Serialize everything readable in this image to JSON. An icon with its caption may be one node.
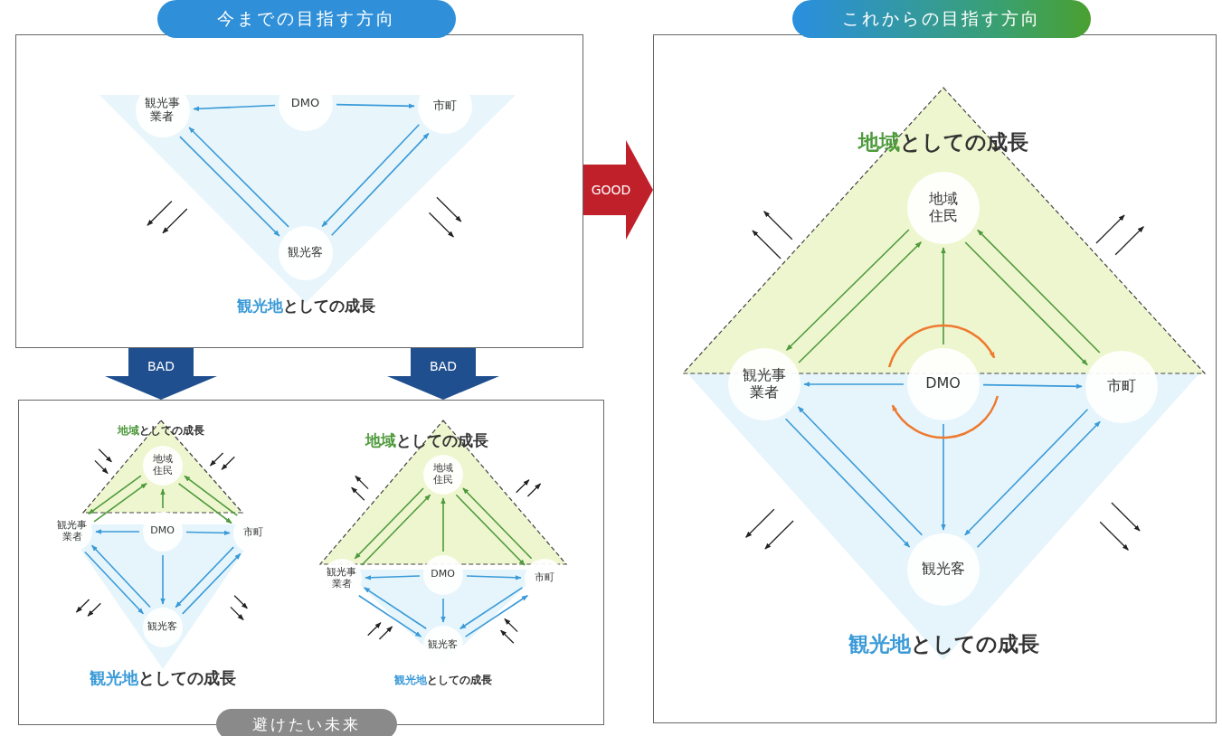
{
  "diagram": {
    "nodes": [
      {
        "text": [
          "今までの目指す方向"
        ]
      },
      {
        "text": [
          "観光事業者"
        ],
        "in": 0
      },
      {
        "text": [
          "DMO"
        ],
        "in": 0
      },
      {
        "text": [
          "市町"
        ],
        "in": 0
      },
      {
        "text": [
          "観光客"
        ],
        "in": 0
      },
      {
        "text": [
          "避けたい未来"
        ]
      },
      {
        "text": [
          "観光事業者"
        ],
        "in": 5
      },
      {
        "text": [
          "地域住民"
        ],
        "in": 5
      },
      {
        "text": [
          "DMO"
        ],
        "in": 5
      },
      {
        "text": [
          "市町"
        ],
        "in": 5
      },
      {
        "text": [
          "観光客"
        ],
        "in": 5
      },
      {
        "text": [
          "観光事業者"
        ],
        "in": 5
      },
      {
        "text": [
          "地域住民"
        ],
        "in": 5
      },
      {
        "text": [
          "DMO"
        ],
        "in": 5
      },
      {
        "text": [
          "市町"
        ],
        "in": 5
      },
      {
        "text": [
          "観光客"
        ],
        "in": 5
      },
      {
        "text": [
          "これからの目指す方向"
        ]
      },
      {
        "text": [
          "地域住民"
        ],
        "in": 16
      },
      {
        "text": [
          "観光事業者"
        ],
        "in": 16
      },
      {
        "text": [
          "DMO"
        ],
        "in": 16
      },
      {
        "text": [
          "市町"
        ],
        "in": 16
      },
      {
        "text": [
          "観光客"
        ],
        "in": 16
      }
    ],
    "edges": [
      {
        "from": 2,
        "to": 1,
        "arrow": "to"
      },
      {
        "from": 2,
        "to": 3,
        "arrow": "to"
      },
      {
        "from": 1,
        "to": 4,
        "arrow": "to"
      },
      {
        "from": 4,
        "to": 1,
        "arrow": "to"
      },
      {
        "from": 3,
        "to": 4,
        "arrow": "to"
      },
      {
        "from": 4,
        "to": 3,
        "arrow": "to"
      },
      {
        "from": 8,
        "to": 7,
        "arrow": "to",
        "color": "#4f9a3c"
      },
      {
        "from": 8,
        "to": 6,
        "arrow": "to"
      },
      {
        "from": 8,
        "to": 9,
        "arrow": "to"
      },
      {
        "from": 8,
        "to": 10,
        "arrow": "to"
      },
      {
        "from": 7,
        "to": 6,
        "arrow": "to",
        "color": "#4f9a3c"
      },
      {
        "from": 6,
        "to": 7,
        "arrow": "to",
        "color": "#4f9a3c"
      },
      {
        "from": 7,
        "to": 9,
        "arrow": "to",
        "color": "#4f9a3c"
      },
      {
        "from": 9,
        "to": 7,
        "arrow": "to",
        "color": "#4f9a3c"
      },
      {
        "from": 6,
        "to": 10,
        "arrow": "to"
      },
      {
        "from": 10,
        "to": 6,
        "arrow": "to"
      },
      {
        "from": 9,
        "to": 10,
        "arrow": "to"
      },
      {
        "from": 10,
        "to": 9,
        "arrow": "to"
      },
      {
        "from": 13,
        "to": 12,
        "arrow": "to",
        "color": "#4f9a3c"
      },
      {
        "from": 13,
        "to": 11,
        "arrow": "to"
      },
      {
        "from": 13,
        "to": 14,
        "arrow": "to"
      },
      {
        "from": 13,
        "to": 15,
        "arrow": "to"
      },
      {
        "from": 12,
        "to": 11,
        "arrow": "to",
        "color": "#4f9a3c"
      },
      {
        "from": 11,
        "to": 12,
        "arrow": "to",
        "color": "#4f9a3c"
      },
      {
        "from": 12,
        "to": 14,
        "arrow": "to",
        "color": "#4f9a3c"
      },
      {
        "from": 14,
        "to": 12,
        "arrow": "to",
        "color": "#4f9a3c"
      },
      {
        "from": 11,
        "to": 15,
        "arrow": "to"
      },
      {
        "from": 15,
        "to": 11,
        "arrow": "to"
      },
      {
        "from": 14,
        "to": 15,
        "arrow": "to"
      },
      {
        "from": 15,
        "to": 14,
        "arrow": "to"
      },
      {
        "from": 19,
        "to": 17,
        "arrow": "to",
        "color": "#4f9a3c"
      },
      {
        "from": 19,
        "to": 18,
        "arrow": "to"
      },
      {
        "from": 19,
        "to": 20,
        "arrow": "to"
      },
      {
        "from": 19,
        "to": 21,
        "arrow": "to"
      },
      {
        "from": 17,
        "to": 18,
        "arrow": "to",
        "color": "#4f9a3c"
      },
      {
        "from": 18,
        "to": 17,
        "arrow": "to",
        "color": "#4f9a3c"
      },
      {
        "from": 17,
        "to": 20,
        "arrow": "to",
        "color": "#4f9a3c"
      },
      {
        "from": 20,
        "to": 17,
        "arrow": "to",
        "color": "#4f9a3c"
      },
      {
        "from": 18,
        "to": 21,
        "arrow": "to"
      },
      {
        "from": 21,
        "to": 18,
        "arrow": "to"
      },
      {
        "from": 20,
        "to": 21,
        "arrow": "to"
      },
      {
        "from": 21,
        "to": 20,
        "arrow": "to"
      },
      {
        "from": 0,
        "to": 16,
        "arrow": "to",
        "label": "GOOD",
        "style": "thick",
        "color": "#c0202a"
      },
      {
        "from": 0,
        "to": 5,
        "arrow": "to",
        "label": "BAD",
        "style": "thick",
        "color": "#1f4f8f"
      },
      {
        "from": 0,
        "to": 5,
        "arrow": "to",
        "label": "BAD",
        "style": "thick",
        "color": "#1f4f8f"
      }
    ],
    "labels": [
      "**観光地**としての成長",
      "**地域**としての成長",
      "**観光地**としての成長",
      "**地域**としての成長",
      "**観光地**としての成長",
      "**地域**としての成長",
      "**観光地**としての成長"
    ]
  }
}
